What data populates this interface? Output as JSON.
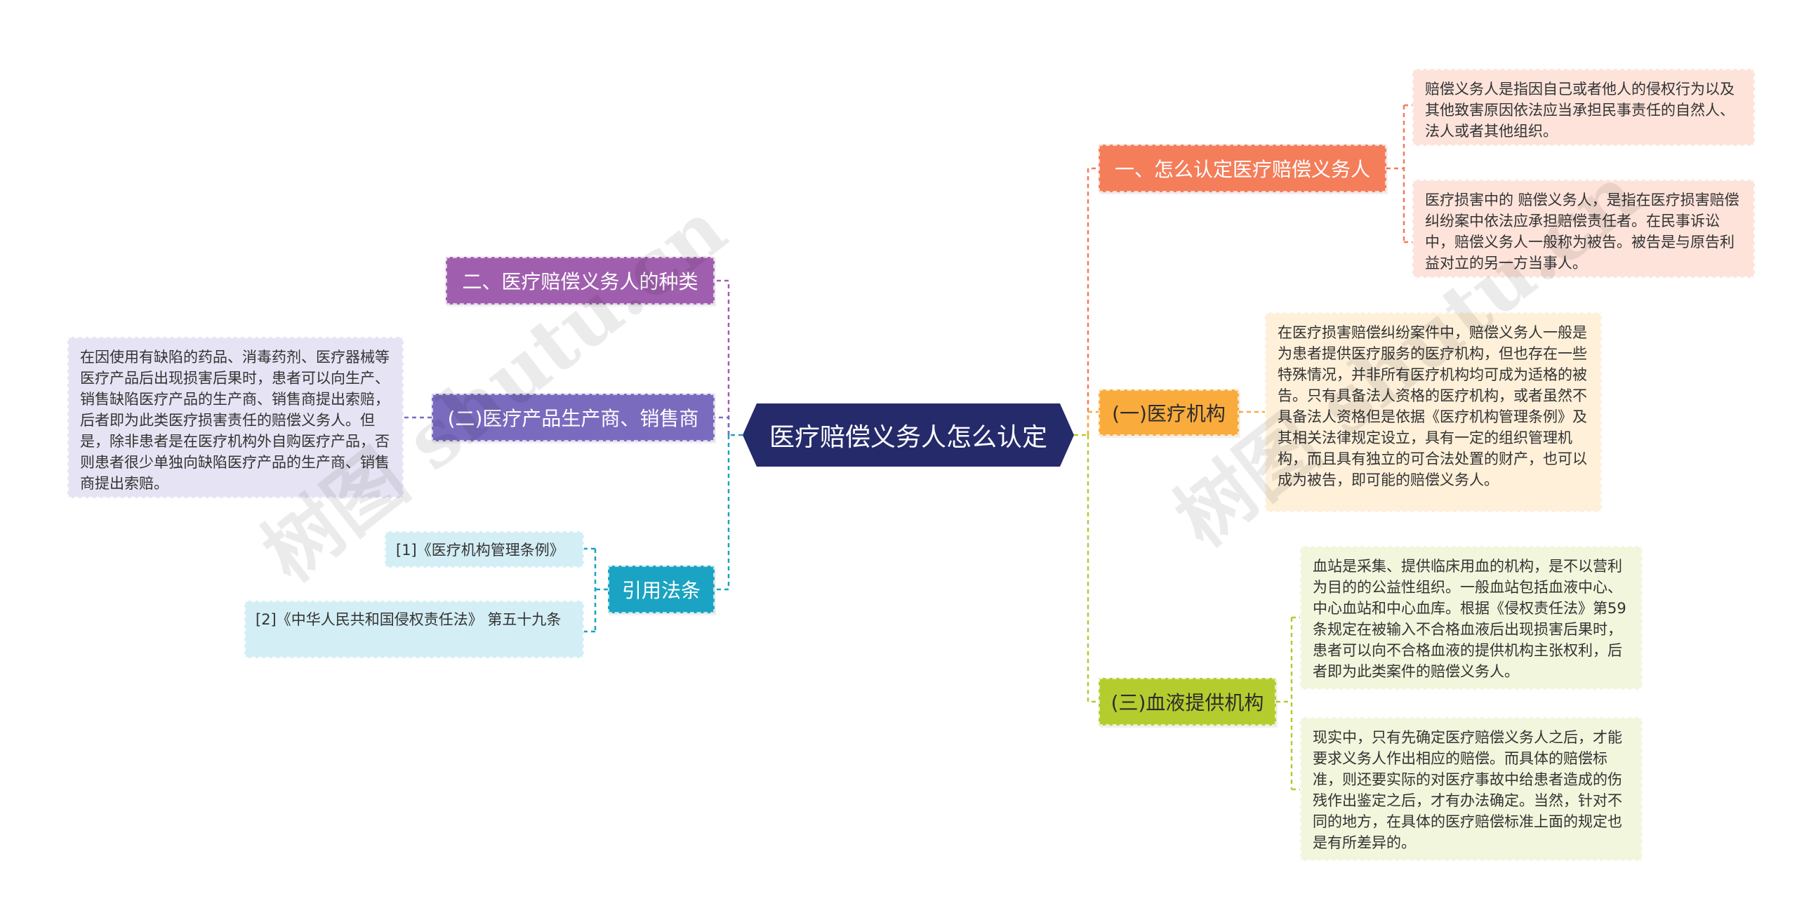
{
  "root": {
    "label": "医疗赔偿义务人怎么认定"
  },
  "branches": [
    {
      "id": "b1",
      "label": "一、怎么认定医疗赔偿义务人",
      "color": "#f47d5a",
      "leaves": [
        "赔偿义务人是指因自己或者他人的侵权行为以及其他致害原因依法应当承担民事责任的自然人、法人或者其他组织。",
        "医疗损害中的 赔偿义务人，是指在医疗损害赔偿纠纷案中依法应承担赔偿责任者。在民事诉讼中，赔偿义务人一般称为被告。被告是与原告利益对立的另一方当事人。"
      ],
      "leaf_bg": "#fde3da"
    },
    {
      "id": "b2",
      "label": "(一)医疗机构",
      "color": "#f9ab3c",
      "leaves": [
        "在医疗损害赔偿纠纷案件中，赔偿义务人一般是为患者提供医疗服务的医疗机构，但也存在一些特殊情况，并非所有医疗机构均可成为适格的被告。只有具备法人资格的医疗机构，或者虽然不具备法人资格但是依据《医疗机构管理条例》及其相关法律规定设立，具有一定的组织管理机构，而且具有独立的可合法处置的财产，也可以成为被告，即可能的赔偿义务人。"
      ],
      "leaf_bg": "#fef0d9"
    },
    {
      "id": "b3",
      "label": "(三)血液提供机构",
      "color": "#b5cc2e",
      "leaves": [
        "血站是采集、提供临床用血的机构，是不以营利为目的的公益性组织。一般血站包括血液中心、中心血站和中心血库。根据《侵权责任法》第59条规定在被输入不合格血液后出现损害后果时，患者可以向不合格血液的提供机构主张权利，后者即为此类案件的赔偿义务人。",
        "现实中，只有先确定医疗赔偿义务人之后，才能要求义务人作出相应的赔偿。而具体的赔偿标准，则还要实际的对医疗事故中给患者造成的伤残作出鉴定之后，才有办法确定。当然，针对不同的地方，在具体的医疗赔偿标准上面的规定也是有所差异的。"
      ],
      "leaf_bg": "#f2f6dc"
    },
    {
      "id": "b4",
      "label": "二、医疗赔偿义务人的种类",
      "color": "#a05fae",
      "leaves": []
    },
    {
      "id": "b5",
      "label": "(二)医疗产品生产商、销售商",
      "color": "#7b6bbf",
      "leaves": [
        "在因使用有缺陷的药品、消毒药剂、医疗器械等医疗产品后出现损害后果时，患者可以向生产、销售缺陷医疗产品的生产商、销售商提出索赔，后者即为此类医疗损害责任的赔偿义务人。但是，除非患者是在医疗机构外自购医疗产品，否则患者很少单独向缺陷医疗产品的生产商、销售商提出索赔。"
      ],
      "leaf_bg": "#e6e4f4"
    },
    {
      "id": "b6",
      "label": "引用法条",
      "color": "#1aa3c2",
      "leaves": [
        "[1]《医疗机构管理条例》",
        "[2]《中华人民共和国侵权责任法》 第五十九条"
      ],
      "leaf_bg": "#d3eef5"
    }
  ],
  "watermarks": [
    "树图 shutu.cn",
    "树图 shutu.cn"
  ]
}
